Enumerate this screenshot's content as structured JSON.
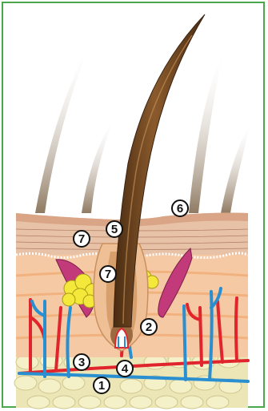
{
  "colors": {
    "frame": "#4aa84a",
    "epidermis_top": "#e8c2a6",
    "epidermis_lines": "#b07e63",
    "dermis": "#f6c9a5",
    "dermis_stripe": "#f1b27f",
    "hair": "#6e4623",
    "hair_highlight": "#a8783f",
    "sebaceous": "#f4e93a",
    "muscle": "#c23a7a",
    "artery": "#e0262c",
    "vein": "#2a8fd0",
    "fat": "#f4f0c8"
  },
  "labels": [
    {
      "id": "1",
      "text": "1"
    },
    {
      "id": "2",
      "text": "2"
    },
    {
      "id": "3",
      "text": "3"
    },
    {
      "id": "4",
      "text": "4"
    },
    {
      "id": "5",
      "text": "5"
    },
    {
      "id": "6",
      "text": "6"
    },
    {
      "id": "7a",
      "text": "7"
    },
    {
      "id": "7b",
      "text": "7"
    }
  ]
}
